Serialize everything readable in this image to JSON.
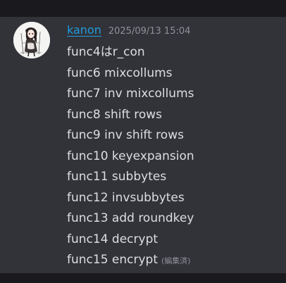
{
  "message": {
    "author": "kanon",
    "timestamp": "2025/09/13 15:04",
    "lines": [
      "func4はr_con",
      "func6 mixcollums",
      "func7 inv mixcollums",
      "func8 shift rows",
      "func9 inv shift rows",
      "func10 keyexpansion",
      "func11 subbytes",
      "func12 invsubbytes",
      "func13 add roundkey",
      "func14 decrypt",
      "func15 encrypt"
    ],
    "edited_label": "(編集済)"
  },
  "colors": {
    "background": "#1a1a1e",
    "message_background": "#323338",
    "username": "#1e9ce0",
    "timestamp": "#8f9199",
    "text": "#dcdee3"
  }
}
